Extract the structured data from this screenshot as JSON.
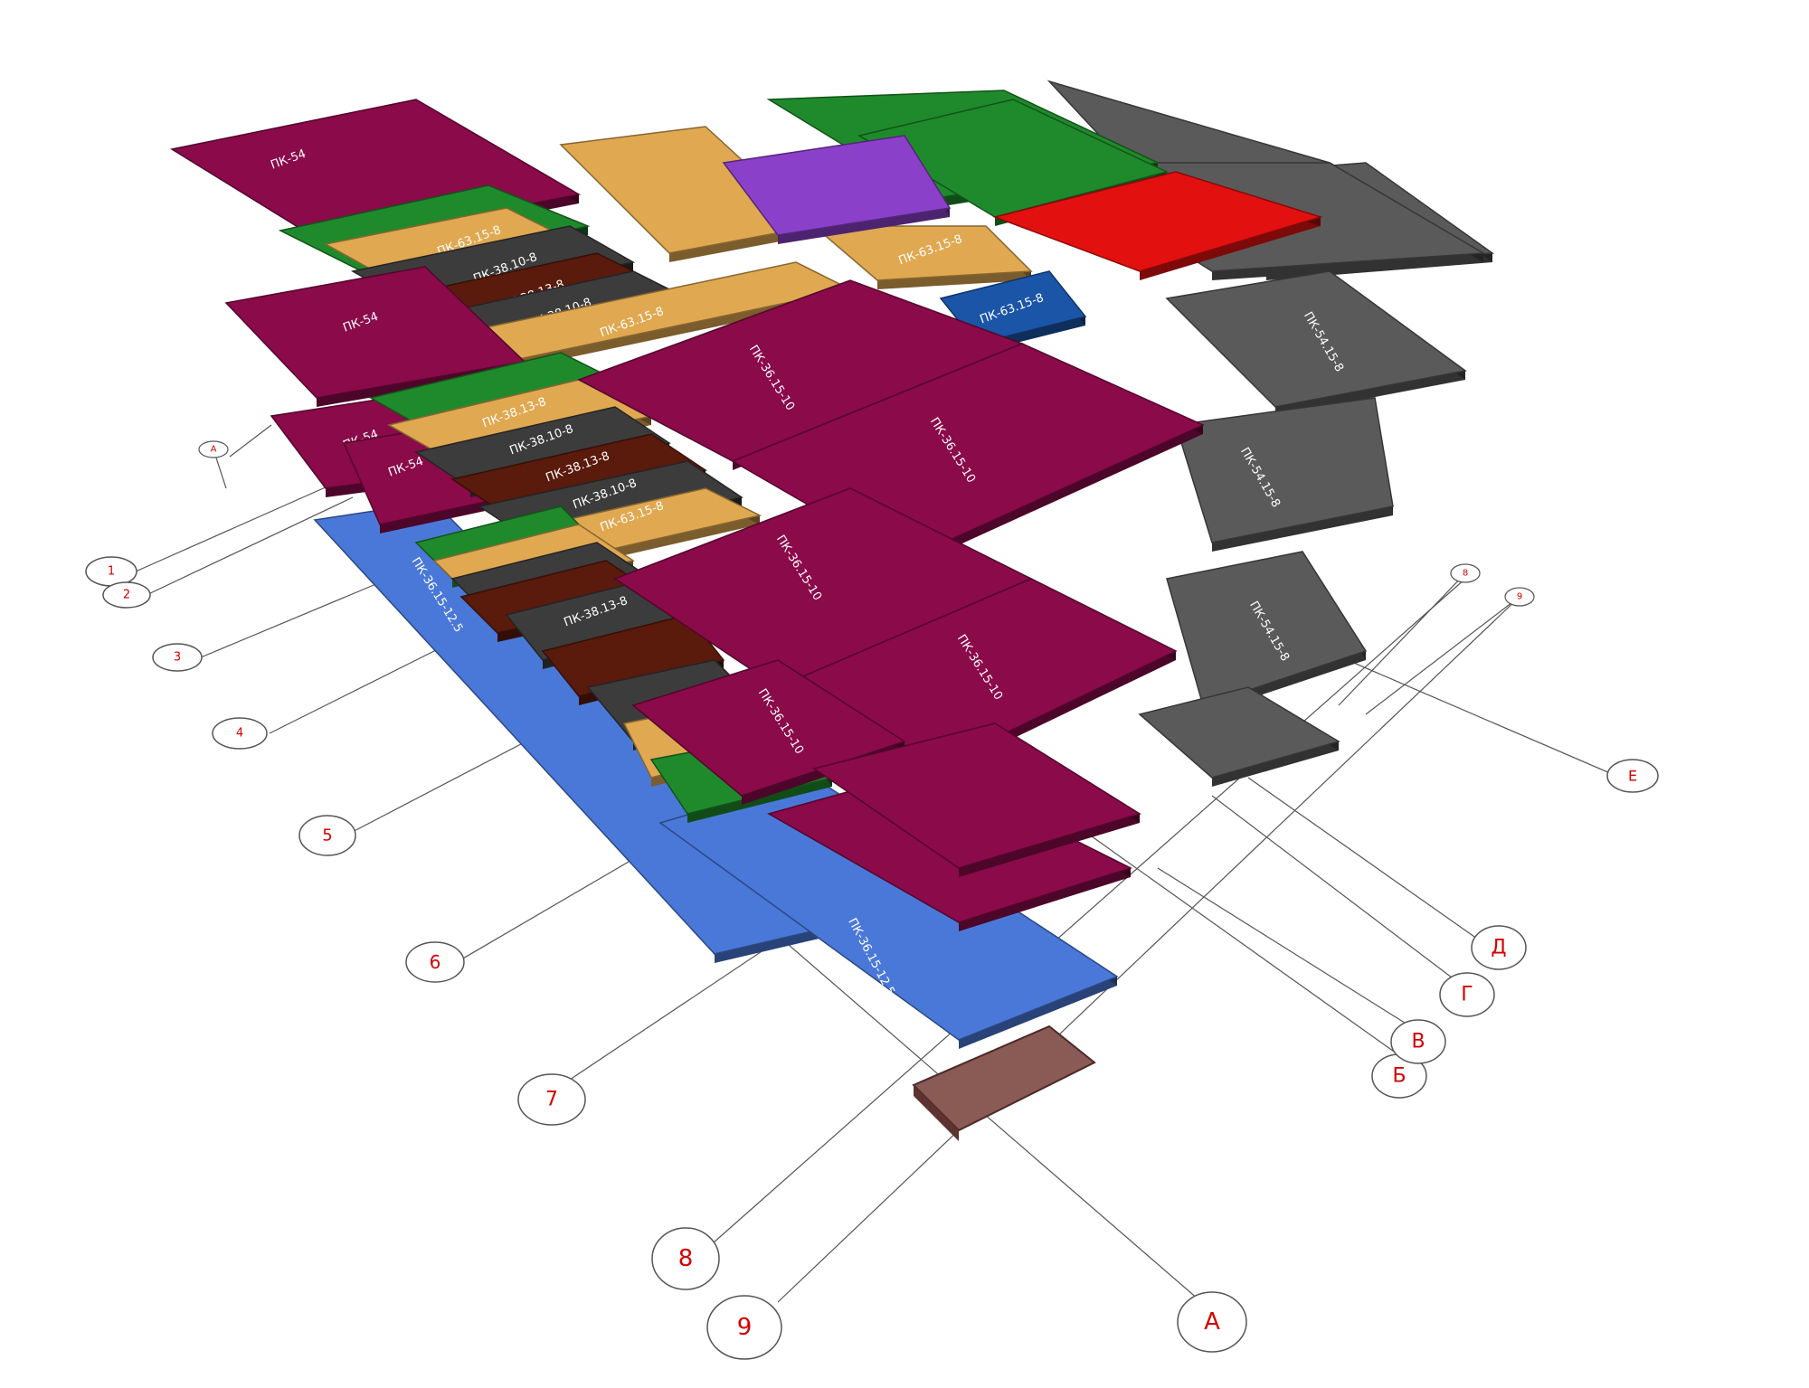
{
  "colors": {
    "wall_panel": "#8a0a4a",
    "green_slab": "#1f8a2b",
    "dark_slab": "#3c3c3c",
    "brown_slab": "#5a1a0c",
    "tan_slab": "#e0a850",
    "grey_slab": "#5a5a5a",
    "blue_floor": "#4a78d8",
    "red_slab": "#e31010",
    "stair": "#8a5a55",
    "axis_text": "#d40000"
  },
  "slab_labels": {
    "big": "ПК-36.15-10",
    "mid_a": "ПК-38.10-8",
    "mid_b": "ПК-38.13-8",
    "mid_c": "ПК-63.15-8",
    "floor": "ПК-36.15-12.5",
    "side": "ПК-54.15-8",
    "small": "ПК-54"
  },
  "axes": {
    "numbers": [
      "1",
      "2",
      "3",
      "4",
      "5",
      "6",
      "7",
      "8",
      "9"
    ],
    "letters": [
      "А",
      "Б",
      "В",
      "Г",
      "Д",
      "Е"
    ],
    "small_top": [
      "А",
      "8",
      "9"
    ]
  }
}
